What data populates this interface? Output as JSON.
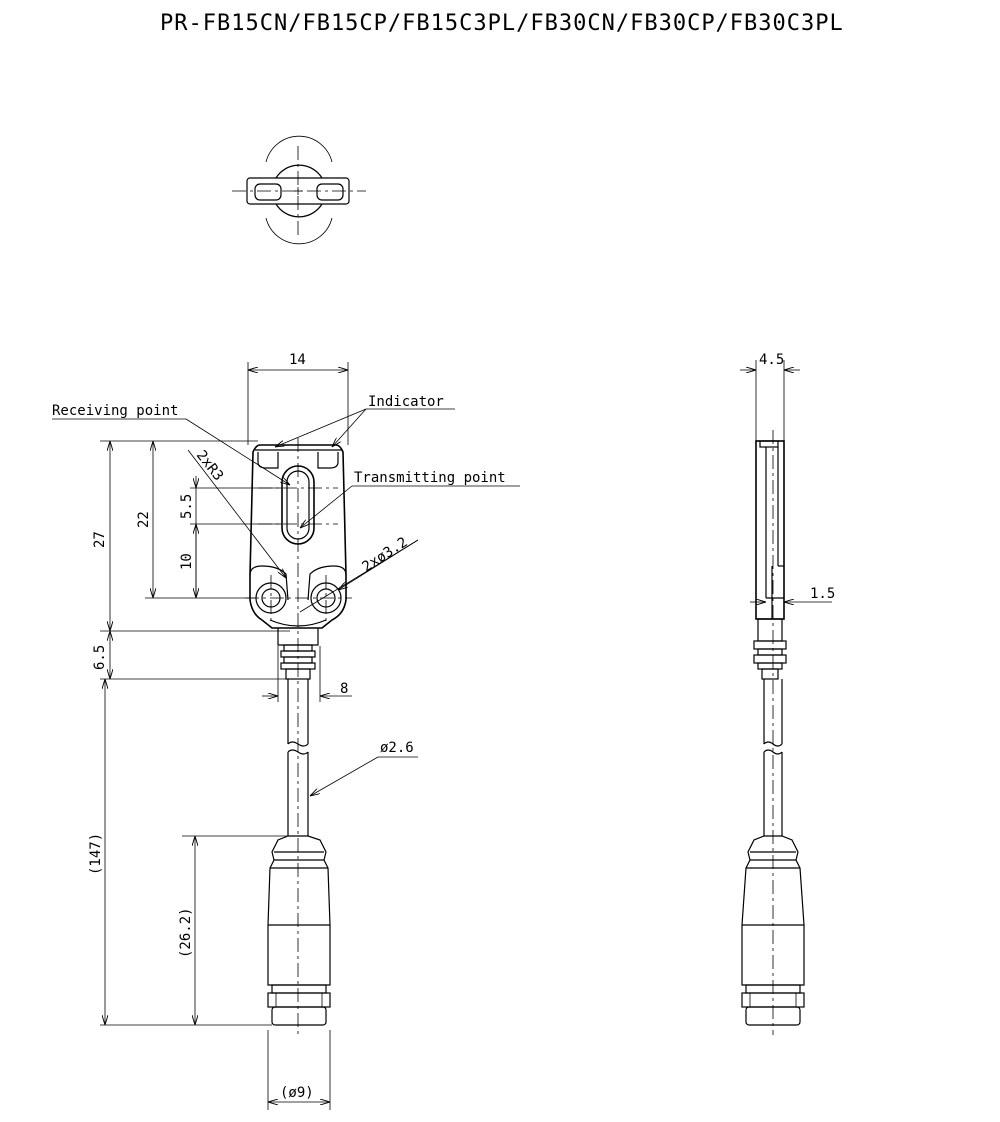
{
  "title": "PR-FB15CN/FB15CP/FB15C3PL/FB30CN/FB30CP/FB30C3PL",
  "labels": {
    "indicator": "Indicator",
    "receiving_point": "Receiving point",
    "transmitting_point": "Transmitting point",
    "radius": "2xR3",
    "hole": "2xø3.2",
    "cable": "ø2.6"
  },
  "dimensions": {
    "width": "14",
    "height_total": "27",
    "height_22": "22",
    "pitch": "5.5",
    "offset": "10",
    "neck": "6.5",
    "neck_width": "8",
    "cable_length": "(147)",
    "connector_length": "(26.2)",
    "connector_dia": "(ø9)",
    "thickness": "4.5",
    "step": "1.5"
  }
}
